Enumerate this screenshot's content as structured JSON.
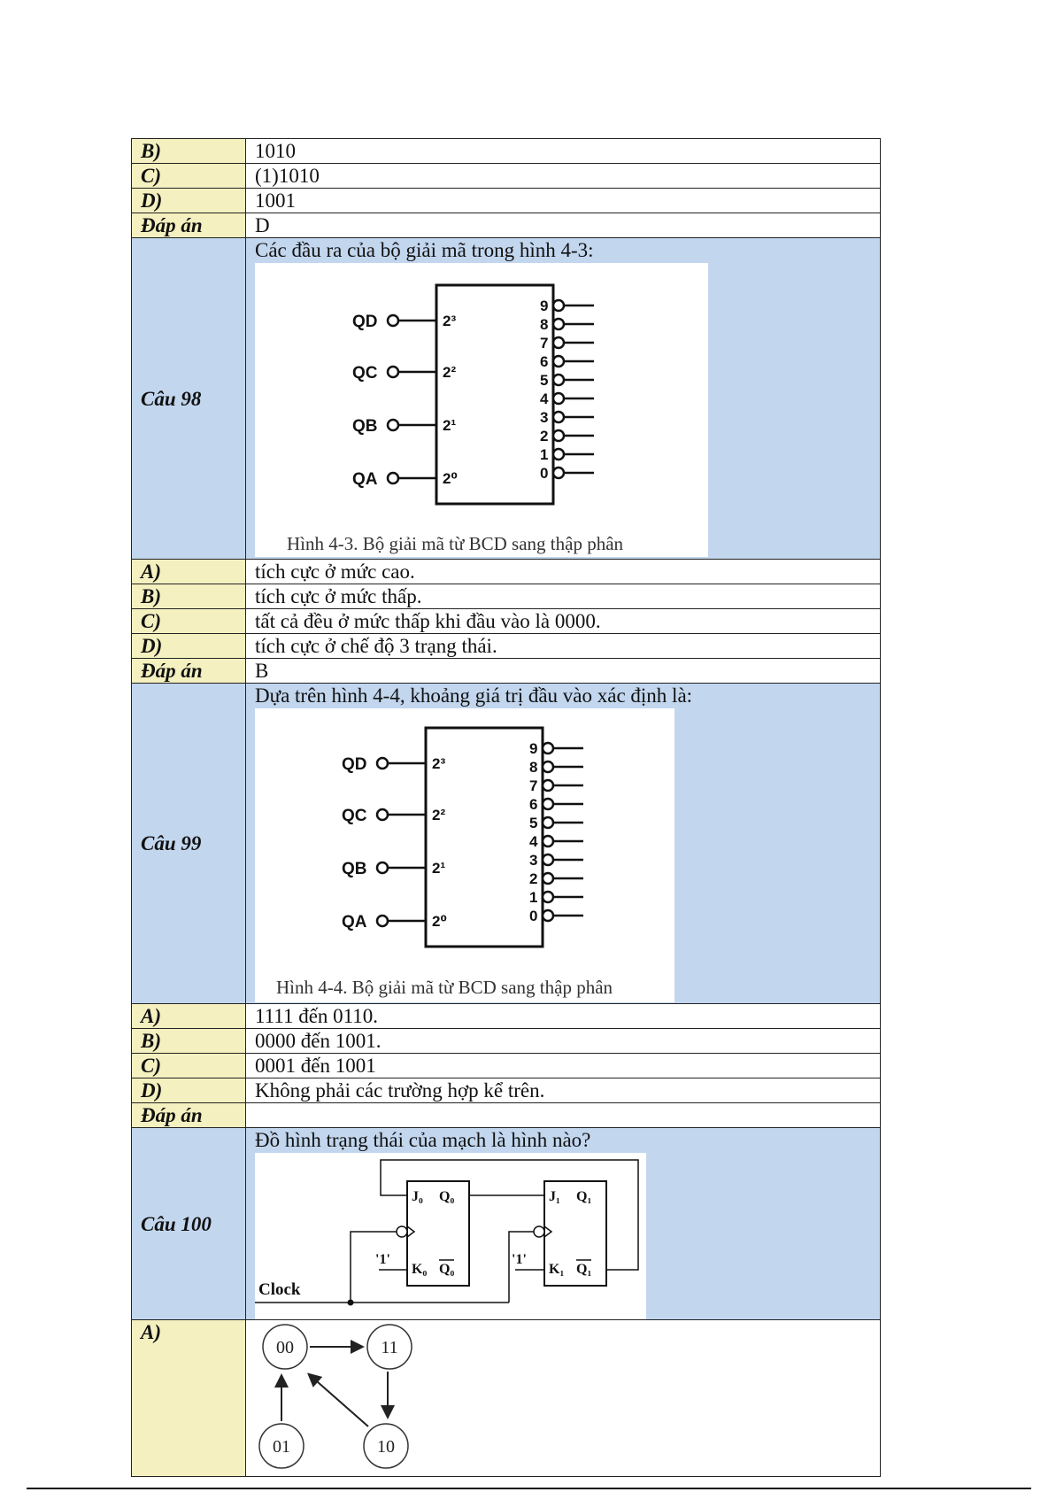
{
  "rows": {
    "b_top": {
      "label": "B)",
      "value": "1010"
    },
    "c_top": {
      "label": "C)",
      "value": "(1)1010"
    },
    "d_top": {
      "label": "D)",
      "value": "1001"
    },
    "ans_top": {
      "label": "Đáp án",
      "value": "D"
    }
  },
  "q98": {
    "label": "Câu 98",
    "question": "Các đầu ra của bộ giải mã trong hình 4-3:",
    "caption": "Hình 4-3. Bộ giải mã từ BCD sang thập phân",
    "options": [
      {
        "label": "A)",
        "text": "tích cực ở mức cao."
      },
      {
        "label": "B)",
        "text": "tích cực ở mức thấp."
      },
      {
        "label": "C)",
        "text": "tất cả đều ở mức thấp khi đầu vào là 0000."
      },
      {
        "label": "D)",
        "text": "tích cực ở chế độ 3 trạng thái."
      }
    ],
    "answer_label": "Đáp án",
    "answer": "B"
  },
  "q99": {
    "label": "Câu 99",
    "question": "Dựa trên hình 4-4, khoảng giá trị đầu vào xác định là:",
    "caption": "Hình 4-4. Bộ giải mã từ BCD sang thập phân",
    "options": [
      {
        "label": "A)",
        "text": "1111 đến 0110."
      },
      {
        "label": "B)",
        "text": "0000 đến 1001."
      },
      {
        "label": "C)",
        "text": "0001 đến 1001"
      },
      {
        "label": "D)",
        "text": "Không phải các trường hợp kể trên."
      }
    ],
    "answer_label": "Đáp án",
    "answer": ""
  },
  "decoder": {
    "inputs": [
      "QD",
      "QC",
      "QB",
      "QA"
    ],
    "weights": [
      "2³",
      "2²",
      "2¹",
      "2⁰"
    ],
    "outputs": [
      "9",
      "8",
      "7",
      "6",
      "5",
      "4",
      "3",
      "2",
      "1",
      "0"
    ]
  },
  "q100": {
    "label": "Câu 100",
    "question": "Đồ hình trạng thái của mạch là hình nào?",
    "clock": "Clock",
    "one": "'1'",
    "ff0": {
      "j": "J₀",
      "q": "Q₀",
      "k": "K₀",
      "qn": "Q₀"
    },
    "ff1": {
      "j": "J₁",
      "q": "Q₁",
      "k": "K₁",
      "qn": "Q₁"
    },
    "option_a_label": "A)",
    "states": [
      "00",
      "11",
      "01",
      "10"
    ]
  }
}
